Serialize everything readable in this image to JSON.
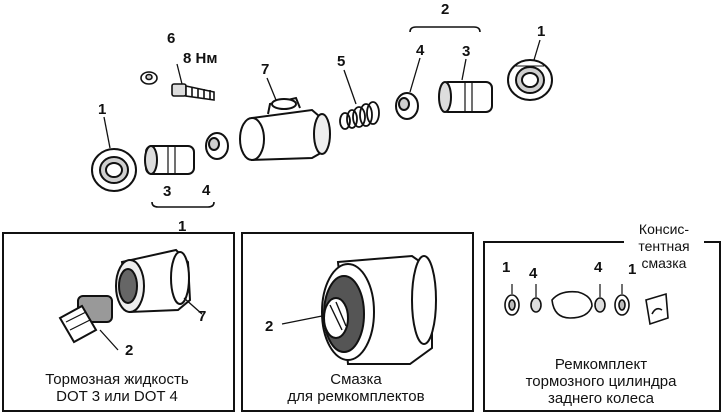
{
  "labels": {
    "group_top": "2",
    "group_left": "1",
    "seal_right": "1",
    "seal_left": "1",
    "piston_top": "3",
    "cup_top": "4",
    "spring": "5",
    "bleeder": "6",
    "torque": "8 Нм",
    "cylinder": "7",
    "piston_left": "3",
    "cup_left": "4"
  },
  "panel1": {
    "label_piston": "2",
    "label_cylinder": "7",
    "caption_line1": "Тормозная  жидкость",
    "caption_line2": "DOT 3 или DOT 4"
  },
  "panel2": {
    "label_piston": "2",
    "caption_line1": "Смазка",
    "caption_line2": "для  ремкомплектов"
  },
  "panel3": {
    "grease_line1": "Консис-",
    "grease_line2": "тентная",
    "grease_line3": "смазка",
    "label_seal_left": "1",
    "label_cup_left": "4",
    "label_cup_right": "4",
    "label_seal_right": "1",
    "caption_line1": "Ремкомплект",
    "caption_line2": "тормозного цилиндра",
    "caption_line3": "заднего колеса"
  }
}
